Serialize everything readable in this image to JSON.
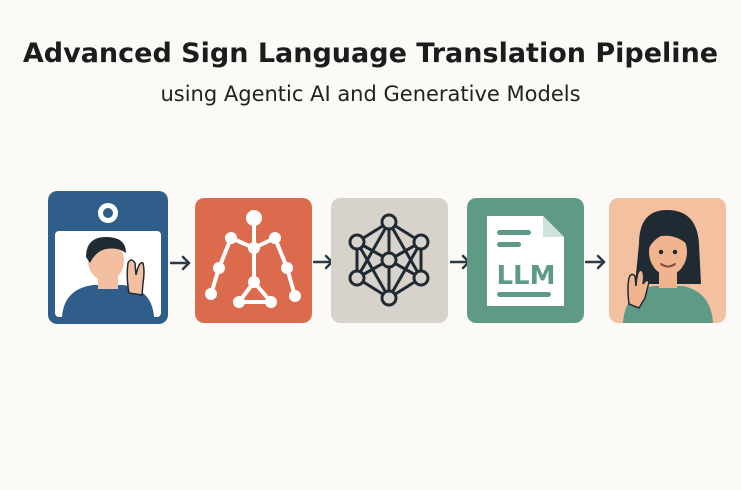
{
  "header": {
    "title": "Advanced Sign Language Translation Pipeline",
    "subtitle": "using Agentic AI and Generative Models"
  },
  "pipeline": {
    "steps": [
      {
        "id": "video-capture",
        "icon": "camera-person-signing-icon",
        "color": "#2f5e8a"
      },
      {
        "id": "pose-estimation",
        "icon": "pose-skeleton-icon",
        "color": "#dc6a4c"
      },
      {
        "id": "neural-network",
        "icon": "neural-network-icon",
        "color": "#d7d3cb"
      },
      {
        "id": "llm",
        "icon": "llm-document-icon",
        "color": "#5e9a86",
        "label": "LLM"
      },
      {
        "id": "avatar-output",
        "icon": "signing-avatar-icon",
        "color": "#f3c0a0"
      }
    ]
  },
  "colors": {
    "background": "#fbfaf6",
    "arrow": "#2b3a45"
  }
}
